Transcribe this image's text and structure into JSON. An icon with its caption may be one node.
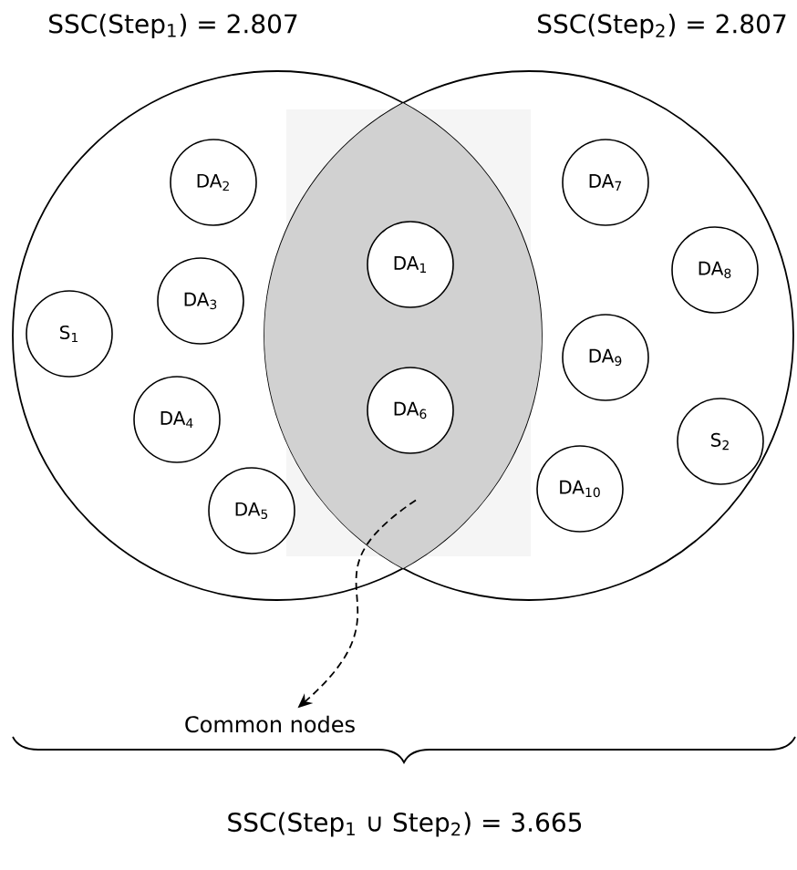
{
  "diagram": {
    "nodes": [
      {
        "text": [
          "SSC(Step$_{1}$) = 2.807"
        ]
      },
      {
        "text": [
          "SSC(Step$_{2}$) = 2.807"
        ]
      },
      {
        "text": [],
        "shape": "lens"
      },
      {
        "text": [
          "DA$_{1}$"
        ],
        "in": 2
      },
      {
        "text": [
          "DA$_{6}$"
        ],
        "in": 2
      },
      {
        "text": [
          "DA$_{2}$"
        ],
        "in": 0
      },
      {
        "text": [
          "DA$_{3}$"
        ],
        "in": 0
      },
      {
        "text": [
          "S$_{1}$"
        ],
        "in": 0
      },
      {
        "text": [
          "DA$_{4}$"
        ],
        "in": 0
      },
      {
        "text": [
          "DA$_{5}$"
        ],
        "in": 0
      },
      {
        "text": [
          "DA$_{7}$"
        ],
        "in": 1
      },
      {
        "text": [
          "DA$_{8}$"
        ],
        "in": 1
      },
      {
        "text": [
          "DA$_{9}$"
        ],
        "in": 1
      },
      {
        "text": [
          "S$_{2}$"
        ],
        "in": 1
      },
      {
        "text": [
          "DA$_{10}$"
        ],
        "in": 1
      },
      {
        "text": [
          "Common nodes"
        ]
      }
    ],
    "edges": [
      {
        "from": 2,
        "to": 15,
        "arrow": "to",
        "style": "dashed"
      }
    ],
    "labels": [
      "SSC(Step$_{1}$ ∪ Step$_{2}$) = 3.665"
    ]
  }
}
